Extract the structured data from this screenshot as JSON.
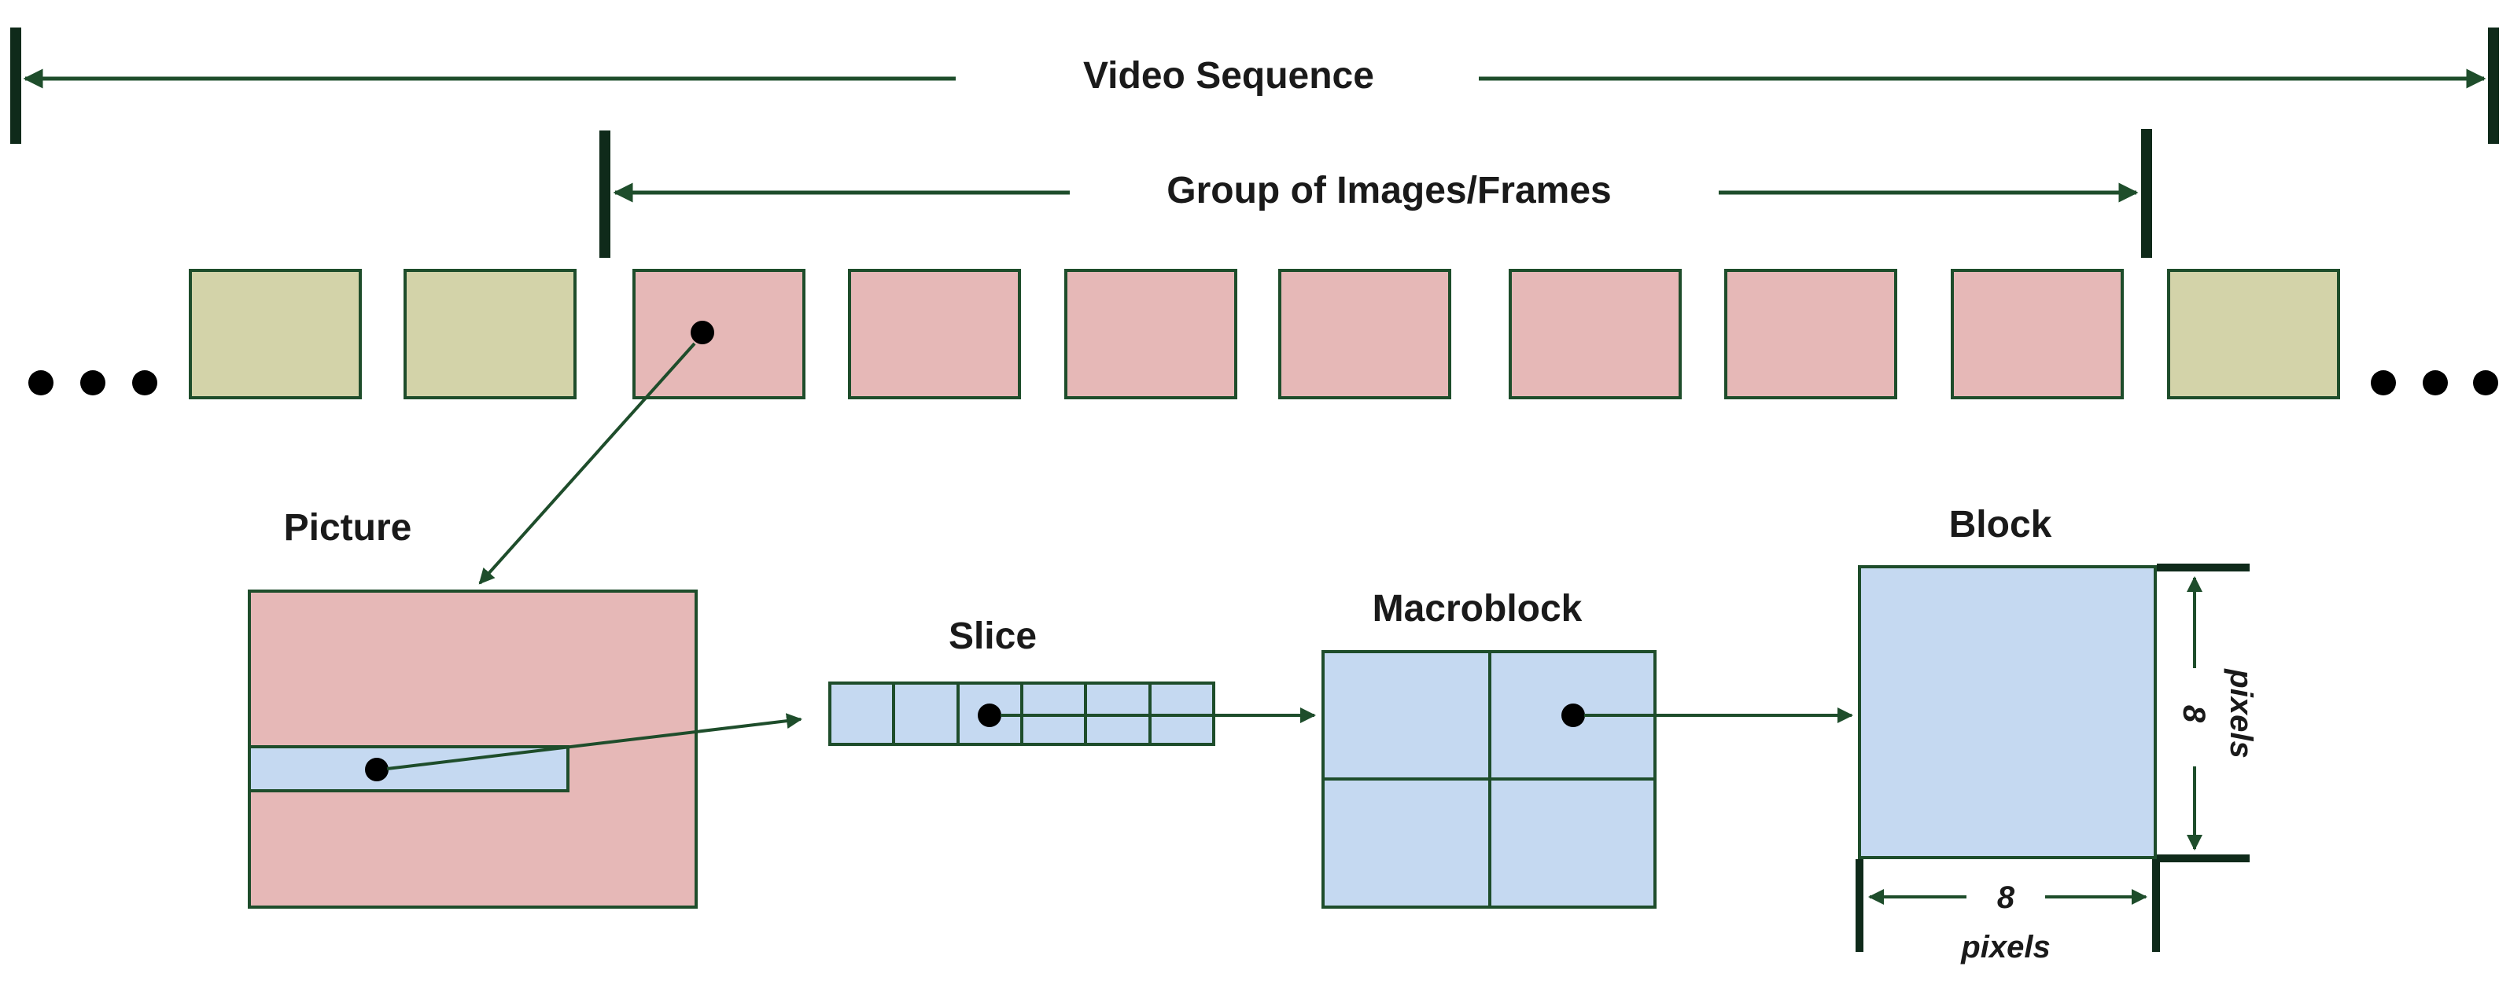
{
  "labels": {
    "video_sequence": "Video Sequence",
    "group": "Group of Images/Frames",
    "picture": "Picture",
    "slice": "Slice",
    "macroblock": "Macroblock",
    "block": "Block",
    "dim_v_value": "8",
    "dim_v_unit": "pixels",
    "dim_h_value": "8",
    "dim_h_unit": "pixels"
  },
  "frames": [
    {
      "type": "outside"
    },
    {
      "type": "outside"
    },
    {
      "type": "group"
    },
    {
      "type": "group"
    },
    {
      "type": "group"
    },
    {
      "type": "group"
    },
    {
      "type": "group"
    },
    {
      "type": "group"
    },
    {
      "type": "group"
    },
    {
      "type": "outside"
    }
  ],
  "colors": {
    "outside_frame": "#d3d3a9",
    "group_frame": "#e6b8b7",
    "blue_fill": "#c5d9f1",
    "line": "#1e4d2b",
    "dark": "#0f2a1a"
  }
}
